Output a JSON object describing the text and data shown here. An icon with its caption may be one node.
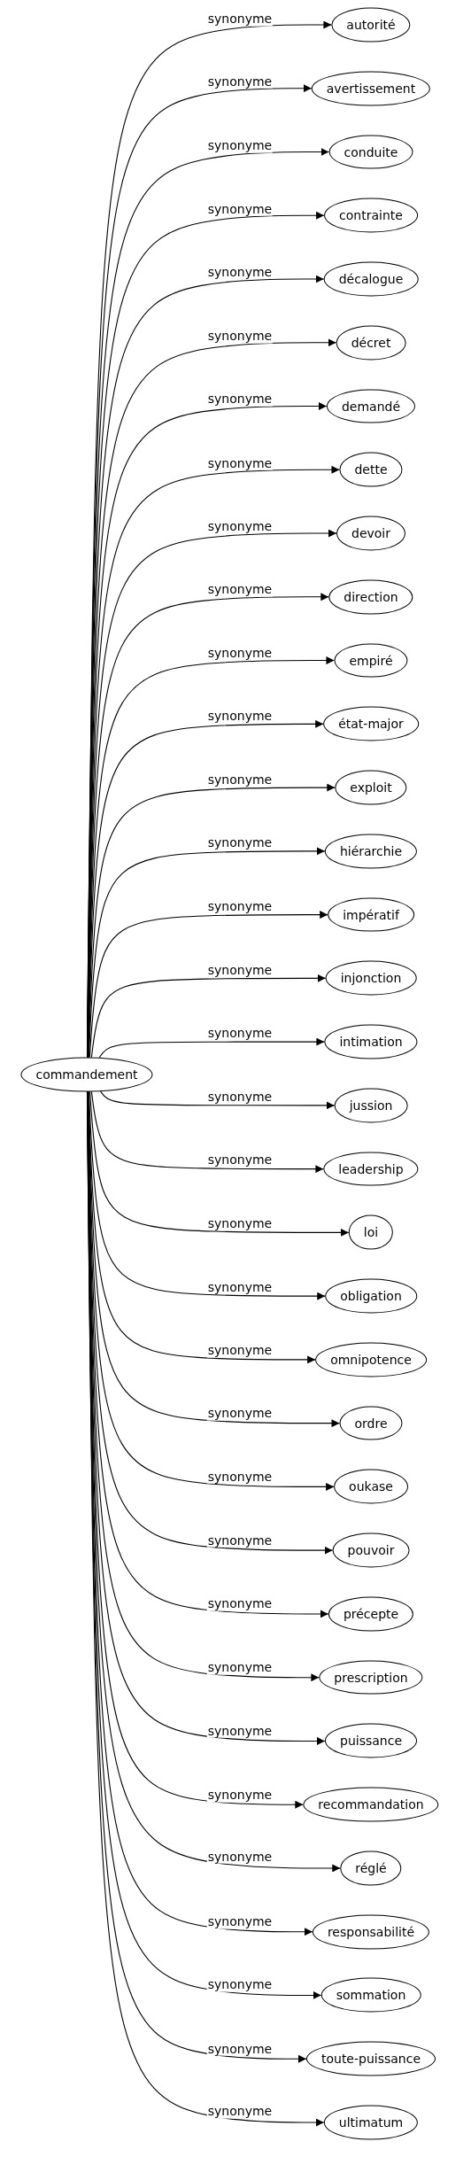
{
  "diagram": {
    "nodes": [
      {
        "text": [
          "commandement"
        ]
      },
      {
        "text": [
          "autorité"
        ]
      },
      {
        "text": [
          "avertissement"
        ]
      },
      {
        "text": [
          "conduite"
        ]
      },
      {
        "text": [
          "contrainte"
        ]
      },
      {
        "text": [
          "décalogue"
        ]
      },
      {
        "text": [
          "décret"
        ]
      },
      {
        "text": [
          "demandé"
        ]
      },
      {
        "text": [
          "dette"
        ]
      },
      {
        "text": [
          "devoir"
        ]
      },
      {
        "text": [
          "direction"
        ]
      },
      {
        "text": [
          "empiré"
        ]
      },
      {
        "text": [
          "état-major"
        ]
      },
      {
        "text": [
          "exploit"
        ]
      },
      {
        "text": [
          "hiérarchie"
        ]
      },
      {
        "text": [
          "impératif"
        ]
      },
      {
        "text": [
          "injonction"
        ]
      },
      {
        "text": [
          "intimation"
        ]
      },
      {
        "text": [
          "jussion"
        ]
      },
      {
        "text": [
          "leadership"
        ]
      },
      {
        "text": [
          "loi"
        ]
      },
      {
        "text": [
          "obligation"
        ]
      },
      {
        "text": [
          "omnipotence"
        ]
      },
      {
        "text": [
          "ordre"
        ]
      },
      {
        "text": [
          "oukase"
        ]
      },
      {
        "text": [
          "pouvoir"
        ]
      },
      {
        "text": [
          "précepte"
        ]
      },
      {
        "text": [
          "prescription"
        ]
      },
      {
        "text": [
          "puissance"
        ]
      },
      {
        "text": [
          "recommandation"
        ]
      },
      {
        "text": [
          "réglé"
        ]
      },
      {
        "text": [
          "responsabilité"
        ]
      },
      {
        "text": [
          "sommation"
        ]
      },
      {
        "text": [
          "toute-puissance"
        ]
      },
      {
        "text": [
          "ultimatum"
        ]
      }
    ],
    "edges": [
      {
        "from": 0,
        "to": 1,
        "arrow": "to",
        "label": "synonyme"
      },
      {
        "from": 0,
        "to": 2,
        "arrow": "to",
        "label": "synonyme"
      },
      {
        "from": 0,
        "to": 3,
        "arrow": "to",
        "label": "synonyme"
      },
      {
        "from": 0,
        "to": 4,
        "arrow": "to",
        "label": "synonyme"
      },
      {
        "from": 0,
        "to": 5,
        "arrow": "to",
        "label": "synonyme"
      },
      {
        "from": 0,
        "to": 6,
        "arrow": "to",
        "label": "synonyme"
      },
      {
        "from": 0,
        "to": 7,
        "arrow": "to",
        "label": "synonyme"
      },
      {
        "from": 0,
        "to": 8,
        "arrow": "to",
        "label": "synonyme"
      },
      {
        "from": 0,
        "to": 9,
        "arrow": "to",
        "label": "synonyme"
      },
      {
        "from": 0,
        "to": 10,
        "arrow": "to",
        "label": "synonyme"
      },
      {
        "from": 0,
        "to": 11,
        "arrow": "to",
        "label": "synonyme"
      },
      {
        "from": 0,
        "to": 12,
        "arrow": "to",
        "label": "synonyme"
      },
      {
        "from": 0,
        "to": 13,
        "arrow": "to",
        "label": "synonyme"
      },
      {
        "from": 0,
        "to": 14,
        "arrow": "to",
        "label": "synonyme"
      },
      {
        "from": 0,
        "to": 15,
        "arrow": "to",
        "label": "synonyme"
      },
      {
        "from": 0,
        "to": 16,
        "arrow": "to",
        "label": "synonyme"
      },
      {
        "from": 0,
        "to": 17,
        "arrow": "to",
        "label": "synonyme"
      },
      {
        "from": 0,
        "to": 18,
        "arrow": "to",
        "label": "synonyme"
      },
      {
        "from": 0,
        "to": 19,
        "arrow": "to",
        "label": "synonyme"
      },
      {
        "from": 0,
        "to": 20,
        "arrow": "to",
        "label": "synonyme"
      },
      {
        "from": 0,
        "to": 21,
        "arrow": "to",
        "label": "synonyme"
      },
      {
        "from": 0,
        "to": 22,
        "arrow": "to",
        "label": "synonyme"
      },
      {
        "from": 0,
        "to": 23,
        "arrow": "to",
        "label": "synonyme"
      },
      {
        "from": 0,
        "to": 24,
        "arrow": "to",
        "label": "synonyme"
      },
      {
        "from": 0,
        "to": 25,
        "arrow": "to",
        "label": "synonyme"
      },
      {
        "from": 0,
        "to": 26,
        "arrow": "to",
        "label": "synonyme"
      },
      {
        "from": 0,
        "to": 27,
        "arrow": "to",
        "label": "synonyme"
      },
      {
        "from": 0,
        "to": 28,
        "arrow": "to",
        "label": "synonyme"
      },
      {
        "from": 0,
        "to": 29,
        "arrow": "to",
        "label": "synonyme"
      },
      {
        "from": 0,
        "to": 30,
        "arrow": "to",
        "label": "synonyme"
      },
      {
        "from": 0,
        "to": 31,
        "arrow": "to",
        "label": "synonyme"
      },
      {
        "from": 0,
        "to": 32,
        "arrow": "to",
        "label": "synonyme"
      },
      {
        "from": 0,
        "to": 33,
        "arrow": "to",
        "label": "synonyme"
      },
      {
        "from": 0,
        "to": 34,
        "arrow": "to",
        "label": "synonyme"
      }
    ]
  }
}
